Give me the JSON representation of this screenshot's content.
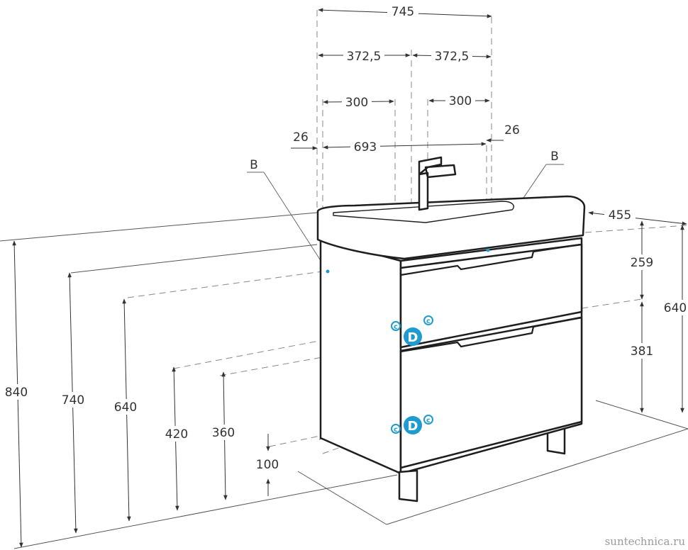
{
  "dimensions": {
    "top": {
      "total_width": "745",
      "half_left": "372,5",
      "half_right": "372,5",
      "pipe_left": "300",
      "pipe_right": "300",
      "inner_width": "693",
      "offset_left": "26",
      "offset_right": "26"
    },
    "depth": "455",
    "right": {
      "total": "640",
      "upper": "259",
      "lower": "381"
    },
    "left": {
      "h840": "840",
      "h740": "740",
      "h640": "640",
      "h420": "420",
      "h360": "360",
      "h100": "100"
    }
  },
  "markers": {
    "b_left": "B",
    "b_right": "B",
    "drain": "D",
    "cold": "c",
    "hot": "c"
  },
  "watermark": "suntechnica.ru",
  "colors": {
    "line": "#222222",
    "dim_line": "#555555",
    "accent": "#1f9bd1"
  }
}
